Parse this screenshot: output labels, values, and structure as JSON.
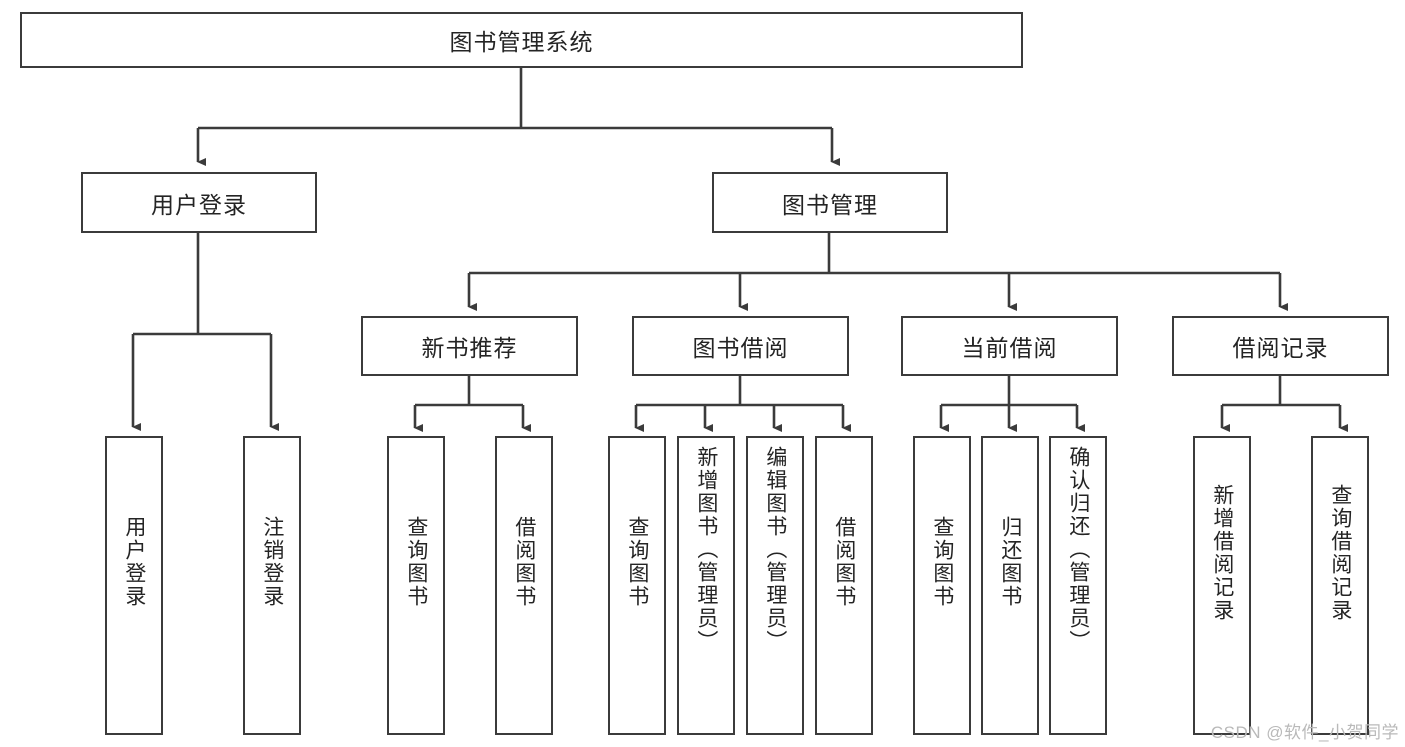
{
  "diagram": {
    "type": "tree-hierarchy",
    "title": "图书管理系统",
    "watermark": "CSDN @软件_小贺同学",
    "colors": {
      "node_border": "#3b3b3b",
      "node_fill": "#ffffff",
      "connector": "#3b3b3b",
      "text": "#242424",
      "watermark": "#b9b9b9",
      "background": "#ffffff"
    },
    "root": {
      "label": "图书管理系统"
    },
    "level2": [
      {
        "label": "用户登录"
      },
      {
        "label": "图书管理"
      }
    ],
    "level3": [
      {
        "label": "新书推荐"
      },
      {
        "label": "图书借阅"
      },
      {
        "label": "当前借阅"
      },
      {
        "label": "借阅记录"
      }
    ],
    "leaves": {
      "user_login": [
        {
          "label": "用户登录"
        },
        {
          "label": "注销登录"
        }
      ],
      "new_book_recommend": [
        {
          "label": "查询图书"
        },
        {
          "label": "借阅图书"
        }
      ],
      "book_borrow": [
        {
          "label": "查询图书"
        },
        {
          "label": "新增图书（管理员）"
        },
        {
          "label": "编辑图书（管理员）"
        },
        {
          "label": "借阅图书"
        }
      ],
      "current_borrow": [
        {
          "label": "查询图书"
        },
        {
          "label": "归还图书"
        },
        {
          "label": "确认归还（管理员）"
        }
      ],
      "borrow_record": [
        {
          "label": "新增借阅记录"
        },
        {
          "label": "查询借阅记录"
        }
      ]
    }
  }
}
